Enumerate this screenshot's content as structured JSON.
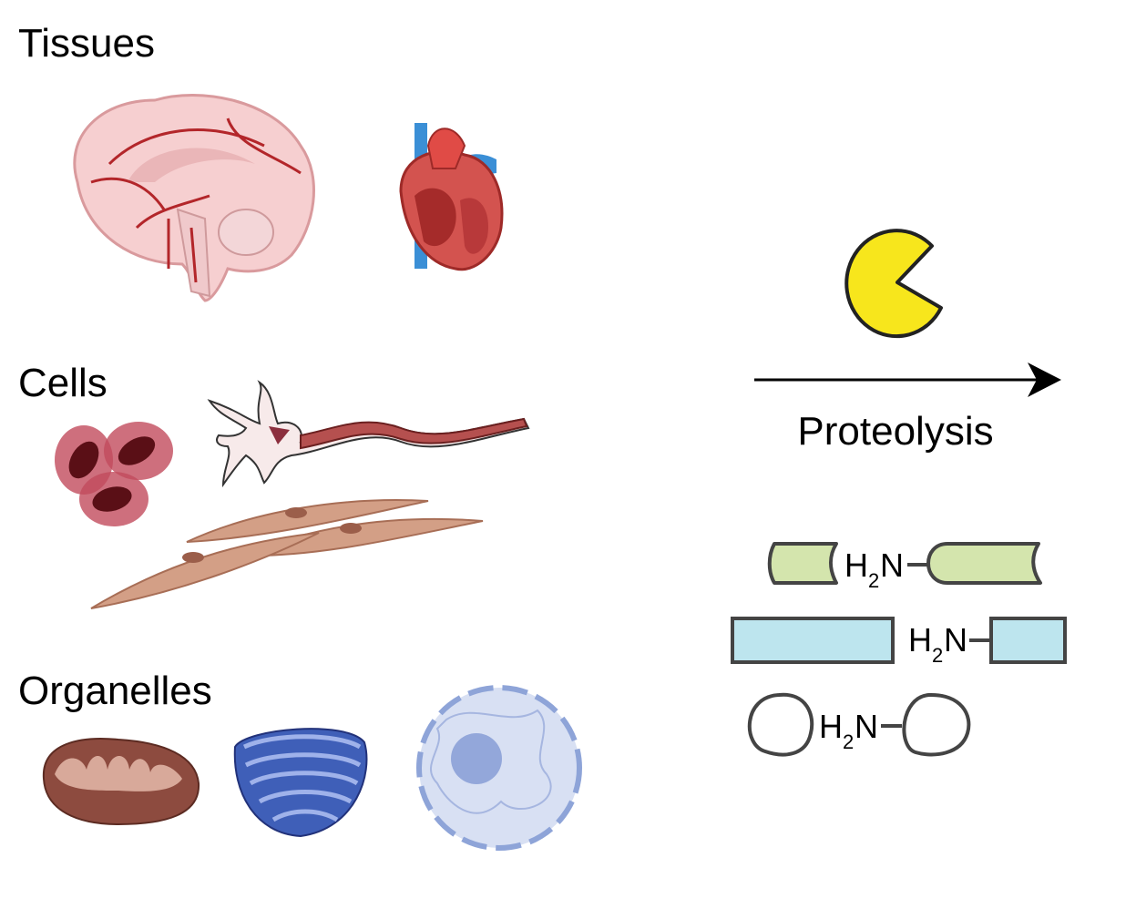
{
  "sections": {
    "tissues": "Tissues",
    "cells": "Cells",
    "organelles": "Organelles"
  },
  "process": {
    "label": "Proteolysis",
    "protease_icon": "pacman-icon",
    "arrow_icon": "arrow-right-icon"
  },
  "products": {
    "amine": {
      "h": "H",
      "sub": "2",
      "n": "N"
    }
  },
  "colors": {
    "pacman": "#f7e61c",
    "green_peptide": "#d4e5ad",
    "blue_peptide": "#bde5ee",
    "outline": "#444444"
  }
}
